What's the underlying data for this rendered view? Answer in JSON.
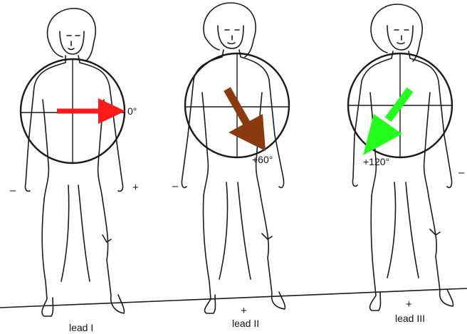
{
  "panels": [
    {
      "id": "lead-i",
      "lead_label": "lead I",
      "angle_label": "0°",
      "arrow_color": "#ff1a1a",
      "left_sign": "–",
      "right_sign": "+",
      "bottom_sign": ""
    },
    {
      "id": "lead-ii",
      "lead_label": "lead II",
      "angle_label": "+60°",
      "arrow_color": "#8b3a0f",
      "left_sign": "–",
      "right_sign": "",
      "bottom_sign": "+"
    },
    {
      "id": "lead-iii",
      "lead_label": "lead III",
      "angle_label": "+120°",
      "arrow_color": "#22ff1a",
      "left_sign": "",
      "right_sign": "–",
      "bottom_sign": "+"
    }
  ]
}
